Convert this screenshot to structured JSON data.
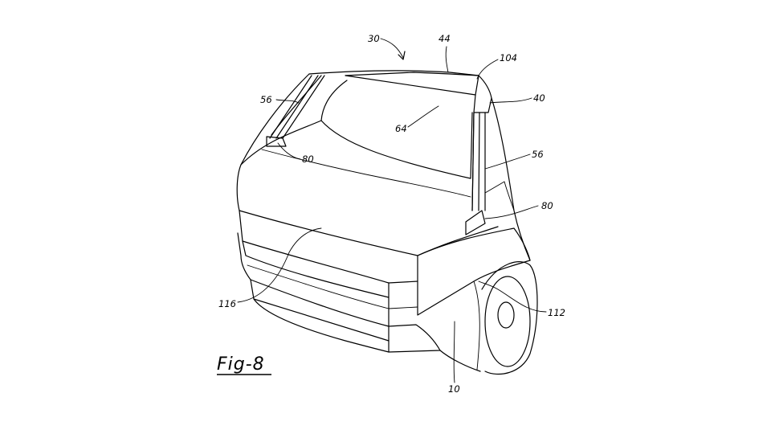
{
  "figure": {
    "label": "Fig-8"
  },
  "reference_numerals": {
    "vehicle": "30",
    "roof_top": "44",
    "roof_corner": "104",
    "pillar": "40",
    "windshield": "64",
    "wiper_left": "56",
    "wiper_right": "56",
    "mount_left": "80",
    "mount_right": "80",
    "hood": "116",
    "fender": "112",
    "front_end": "10"
  }
}
